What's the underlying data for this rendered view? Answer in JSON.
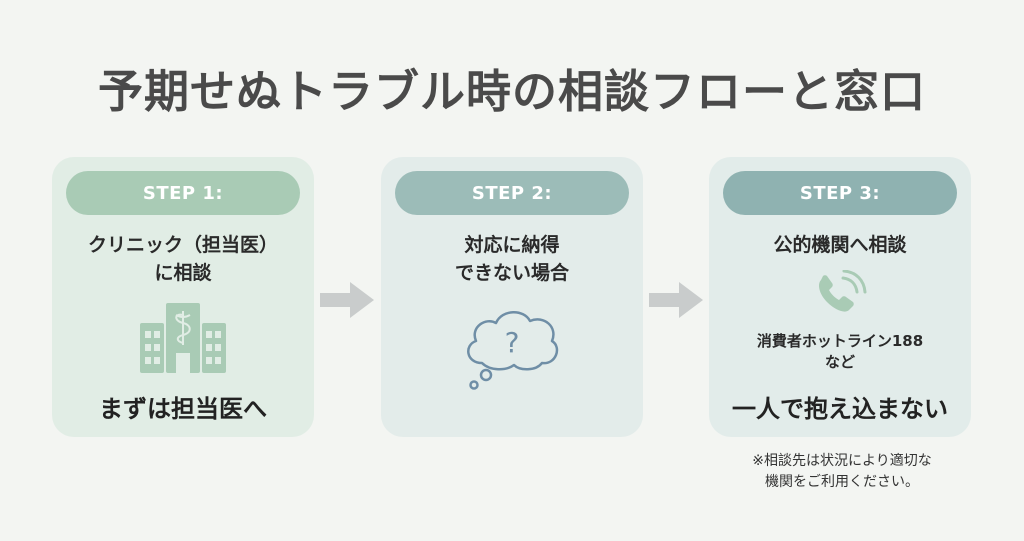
{
  "title": "予期せぬトラブル時の相談フローと窓口",
  "steps": [
    {
      "label": "STEP 1:",
      "heading_lines": [
        "クリニック（担当医）",
        "に相談"
      ],
      "icon": "hospital-icon",
      "footer": "まずは担当医へ"
    },
    {
      "label": "STEP 2:",
      "heading_lines": [
        "対応に納得",
        "できない場合"
      ],
      "icon": "question-thought-bubble-icon"
    },
    {
      "label": "STEP 3:",
      "heading_lines": [
        "公的機関へ相談"
      ],
      "icon": "phone-icon",
      "contact_lines": [
        "消費者ホットライン188",
        "など"
      ],
      "footer": "一人で抱え込まない"
    }
  ],
  "note_lines": [
    "※相談先は状況により適切な",
    "機関をご利用ください。"
  ],
  "colors": {
    "background": "#f3f5f2",
    "card": "#e2ece6",
    "pill_step1": "#a9cbb5",
    "pill_step2": "#9cbcb8",
    "pill_step3": "#8fb2b1",
    "arrow": "#c9cccc",
    "icon_green": "#a9cbb5",
    "icon_blue": "#6f8ea6"
  }
}
